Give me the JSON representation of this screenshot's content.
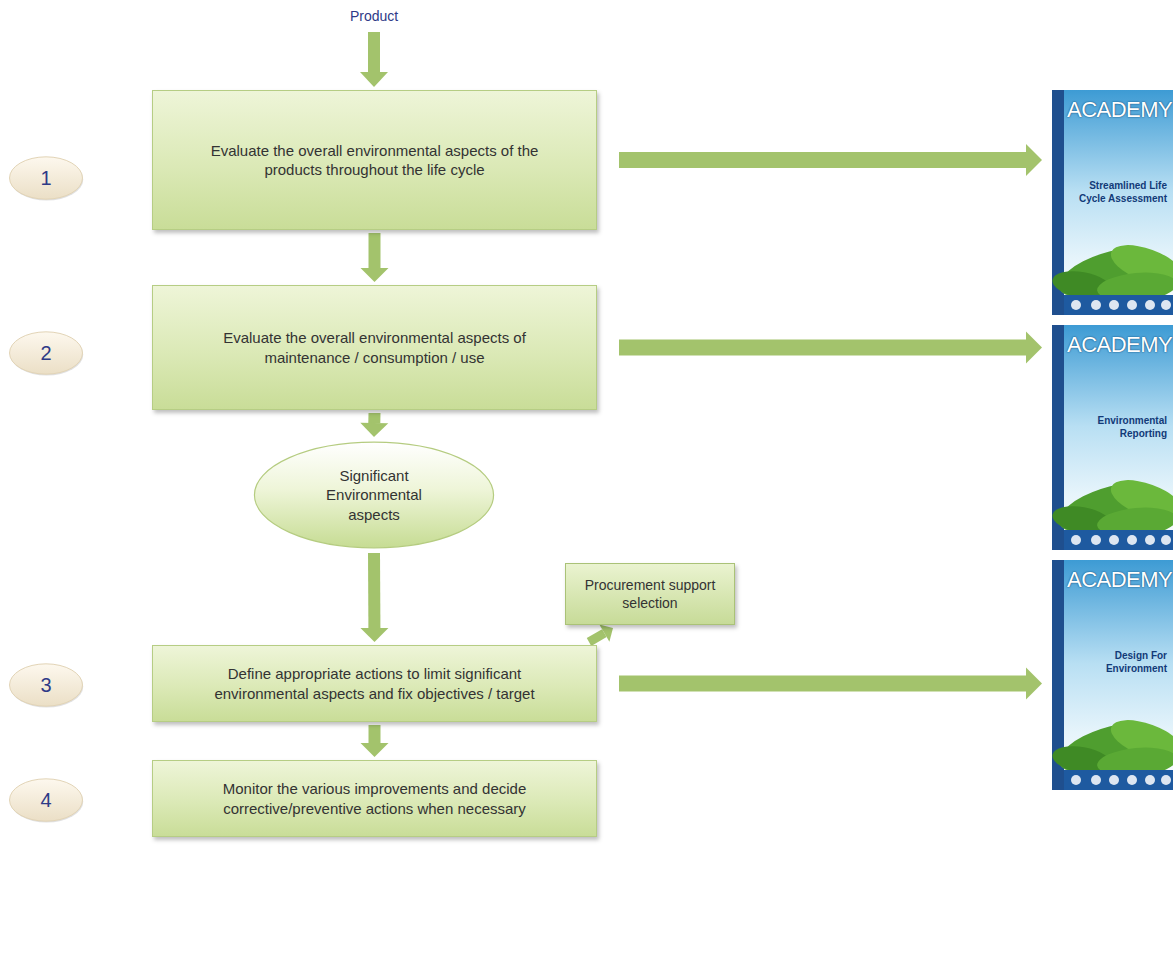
{
  "diagram": {
    "nodes": [
      {
        "text": [
          "1"
        ]
      },
      {
        "text": [
          "Evaluate the overall environmental aspects of the products throughout the life cycle"
        ]
      },
      {
        "text": [
          "ACADEMY",
          "Streamlined Life Cycle Assessment"
        ]
      },
      {
        "text": [
          "2"
        ]
      },
      {
        "text": [
          "Evaluate the overall environmental aspects of maintenance / consumption / use"
        ]
      },
      {
        "text": [
          "ACADEMY",
          "Environmental Reporting"
        ]
      },
      {
        "text": [
          "Significant Environmental aspects"
        ]
      },
      {
        "text": [
          "Procurement support selection"
        ]
      },
      {
        "text": [
          "3"
        ]
      },
      {
        "text": [
          "Define appropriate actions to limit significant environmental aspects and fix objectives / target"
        ]
      },
      {
        "text": [
          "ACADEMY",
          "Design For Environment"
        ]
      },
      {
        "text": [
          "4"
        ]
      },
      {
        "text": [
          "Monitor the various improvements and decide corrective/preventive actions when necessary"
        ]
      }
    ],
    "edges": [
      {
        "from": 1,
        "to": 2,
        "arrow": "to"
      },
      {
        "from": 1,
        "to": 4,
        "arrow": "to"
      },
      {
        "from": 4,
        "to": 5,
        "arrow": "to"
      },
      {
        "from": 4,
        "to": 6,
        "arrow": "to"
      },
      {
        "from": 6,
        "to": 9,
        "arrow": "to"
      },
      {
        "from": 9,
        "to": 7,
        "arrow": "to"
      },
      {
        "from": 9,
        "to": 10,
        "arrow": "to"
      },
      {
        "from": 9,
        "to": 12,
        "arrow": "to"
      }
    ],
    "labels": [
      "Product"
    ]
  }
}
